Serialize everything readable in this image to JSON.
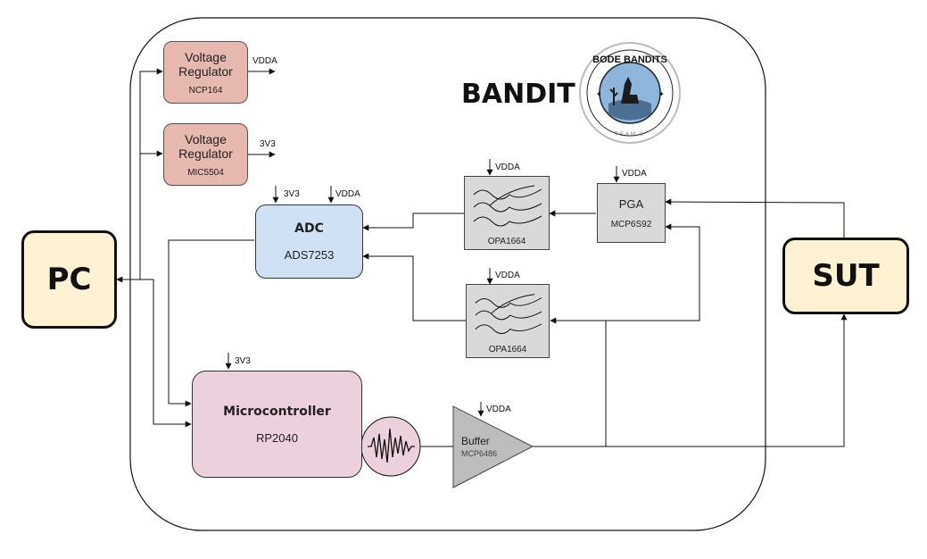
{
  "board_title": "BANDIT",
  "logo": {
    "name": "BODE BANDITS",
    "sub": "TEAM 9"
  },
  "external": {
    "pc": "PC",
    "sut": "SUT"
  },
  "regulators": [
    {
      "title": "Voltage Regulator",
      "part": "NCP164",
      "output": "VDDA"
    },
    {
      "title": "Voltage Regulator",
      "part": "MIC5504",
      "output": "3V3"
    }
  ],
  "adc": {
    "title": "ADC",
    "part": "ADS7253",
    "supply_a": "3V3",
    "supply_b": "VDDA"
  },
  "mcu": {
    "title": "Microcontroller",
    "part": "RP2040",
    "supply": "3V3"
  },
  "filters": [
    {
      "part": "OPA1664",
      "supply": "VDDA"
    },
    {
      "part": "OPA1664",
      "supply": "VDDA"
    }
  ],
  "pga": {
    "title": "PGA",
    "part": "MCP6S92",
    "supply": "VDDA"
  },
  "buffer": {
    "title": "Buffer",
    "part": "MCP6486",
    "supply": "VDDA"
  },
  "colors": {
    "external_fill": "#fdf3d2",
    "regulator_fill": "#e6b8b0",
    "adc_fill": "#cfe1f3",
    "mcu_fill": "#ead1dc",
    "analog_fill": "#d9d9d9",
    "logo_blue": "#8db6dc"
  }
}
